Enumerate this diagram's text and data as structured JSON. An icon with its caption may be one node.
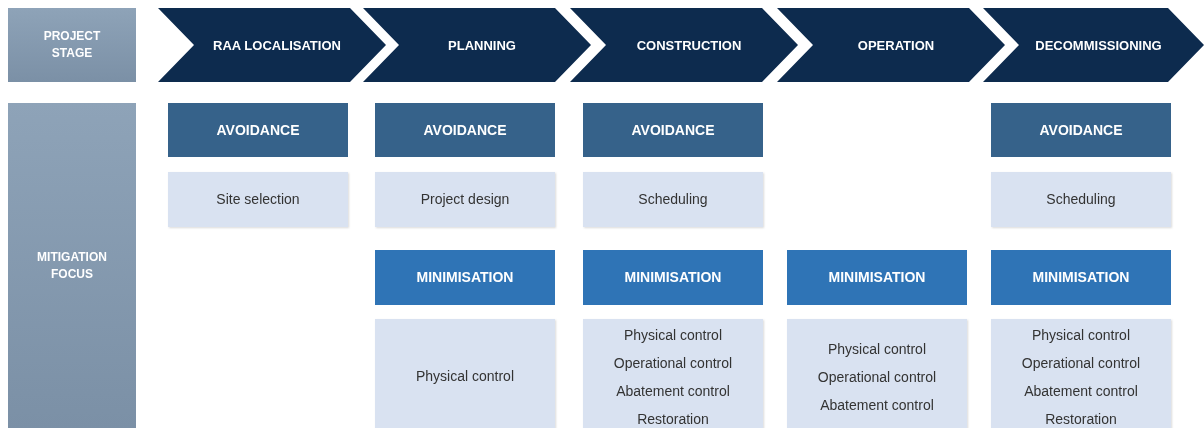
{
  "diagram": {
    "nodes": [
      {
        "text": [
          "PROJECT STAGE"
        ]
      },
      {
        "text": [
          "RAA LOCALISATION"
        ]
      },
      {
        "text": [
          "PLANNING"
        ]
      },
      {
        "text": [
          "CONSTRUCTION"
        ]
      },
      {
        "text": [
          "OPERATION"
        ]
      },
      {
        "text": [
          "DECOMMISSIONING"
        ]
      },
      {
        "text": [
          "MITIGATION FOCUS"
        ]
      },
      {
        "text": [
          "AVOIDANCE"
        ]
      },
      {
        "text": [
          "AVOIDANCE"
        ]
      },
      {
        "text": [
          "AVOIDANCE"
        ]
      },
      {
        "text": [
          "AVOIDANCE"
        ]
      },
      {
        "text": [
          "Site selection"
        ]
      },
      {
        "text": [
          "Project design"
        ]
      },
      {
        "text": [
          "Scheduling"
        ]
      },
      {
        "text": [
          "Scheduling"
        ]
      },
      {
        "text": [
          "MINIMISATION"
        ]
      },
      {
        "text": [
          "MINIMISATION"
        ]
      },
      {
        "text": [
          "MINIMISATION"
        ]
      },
      {
        "text": [
          "MINIMISATION"
        ]
      },
      {
        "text": [
          "Physical control"
        ]
      },
      {
        "text": [
          "Physical control",
          "Operational control",
          "Abatement control",
          "Restoration"
        ]
      },
      {
        "text": [
          "Physical control",
          "Operational control",
          "Abatement control"
        ]
      },
      {
        "text": [
          "Physical control",
          "Operational control",
          "Abatement control",
          "Restoration"
        ]
      }
    ]
  }
}
